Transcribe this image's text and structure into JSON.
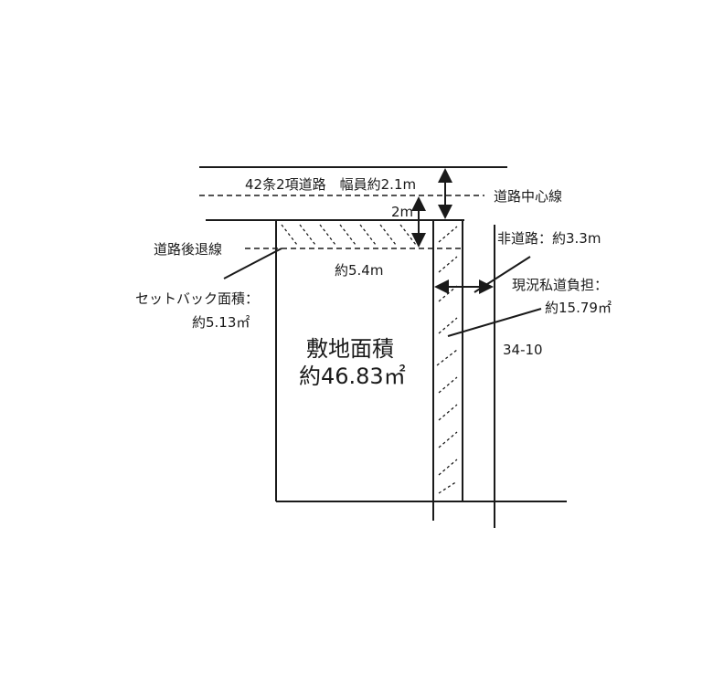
{
  "labels": {
    "road": "42条2項道路　幅員約2.1m",
    "center_line": "道路中心線",
    "two_m": "2m",
    "setback_line": "道路後退線",
    "non_road": "非道路：約3.3m",
    "frontage": "約5.4m",
    "private_road_title": "現況私道負担：",
    "private_road_area": "約15.79㎡",
    "setback_area_title": "セットバック面積：",
    "setback_area": "約5.13㎡",
    "site_area_title": "敷地面積",
    "site_area": "約46.83㎡",
    "lot_number": "34-10"
  }
}
